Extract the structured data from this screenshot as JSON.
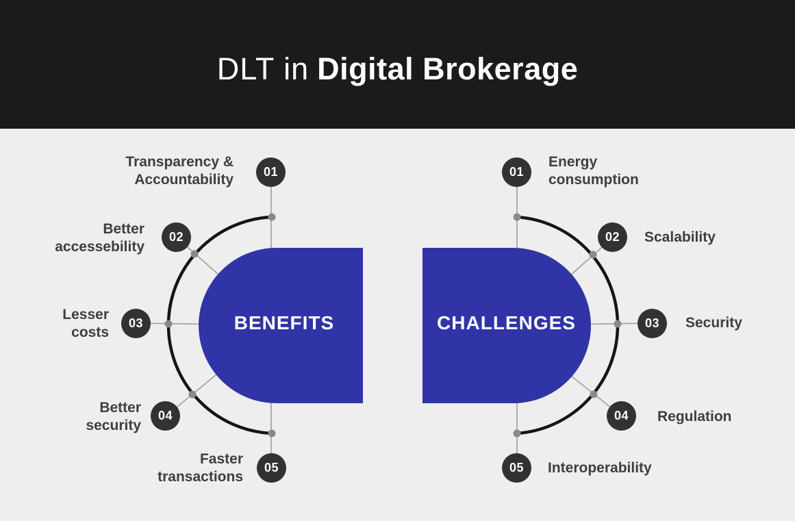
{
  "header": {
    "title_light": "DLT in",
    "title_bold": "Digital Brokerage"
  },
  "benefits": {
    "title": "BENEFITS",
    "items": [
      {
        "num": "01",
        "label": "Transparency &\nAccountability"
      },
      {
        "num": "02",
        "label": "Better\naccessebility"
      },
      {
        "num": "03",
        "label": "Lesser\ncosts"
      },
      {
        "num": "04",
        "label": "Better\nsecurity"
      },
      {
        "num": "05",
        "label": "Faster\ntransactions"
      }
    ]
  },
  "challenges": {
    "title": "CHALLENGES",
    "items": [
      {
        "num": "01",
        "label": "Energy\nconsumption"
      },
      {
        "num": "02",
        "label": "Scalability"
      },
      {
        "num": "03",
        "label": "Security"
      },
      {
        "num": "04",
        "label": "Regulation"
      },
      {
        "num": "05",
        "label": "Interoperability"
      }
    ]
  },
  "colors": {
    "header_background": "#1b1b1b",
    "page_background": "#eeeeee",
    "accent_blue": "#3034a7",
    "step_circle": "#323232",
    "label_text": "#3e3e3e",
    "connector_line": "#9e9e9e",
    "connector_dot": "#8a8a8a",
    "arc": "#151515",
    "title_text": "#ffffff"
  }
}
